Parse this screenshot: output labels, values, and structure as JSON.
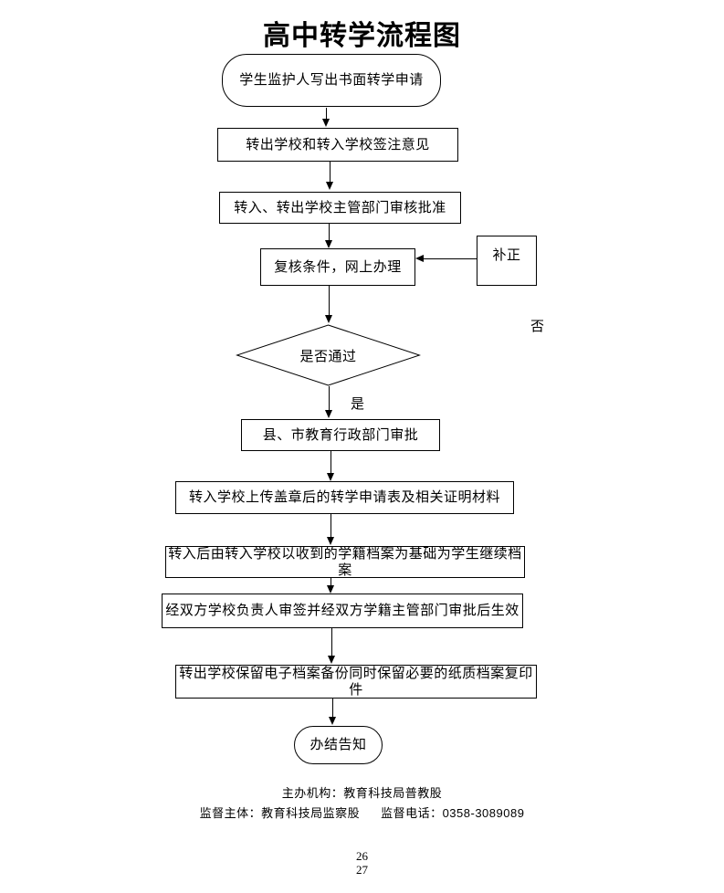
{
  "title": "高中转学流程图",
  "nodes": {
    "start": "学生监护人写出书面转学申请",
    "sign_opinion": "转出学校和转入学校签注意见",
    "dept_approval": "转入、转出学校主管部门审核批准",
    "review_online": "复核条件，网上办理",
    "correction": "补正",
    "decision": "是否通过",
    "county_approval": "县、市教育行政部门审批",
    "upload_materials": "转入学校上传盖章后的转学申请表及相关证明材料",
    "continue_archive": "转入后由转入学校以收到的学籍档案为基础为学生继续档案",
    "take_effect": "经双方学校负责人审签并经双方学籍主管部门审批后生效",
    "keep_copies": "转出学校保留电子档案备份同时保留必要的纸质档案复印件",
    "end": "办结告知"
  },
  "labels": {
    "yes": "是",
    "no": "否"
  },
  "footer": {
    "organizer": "主办机构：教育科技局普教股",
    "supervisor": "监督主体：教育科技局监察股",
    "hotline": "监督电话：0358-3089089"
  },
  "page_numbers": {
    "first": "26",
    "second": "27"
  },
  "colors": {
    "line": "#000000",
    "text": "#000000",
    "background": "#ffffff"
  }
}
